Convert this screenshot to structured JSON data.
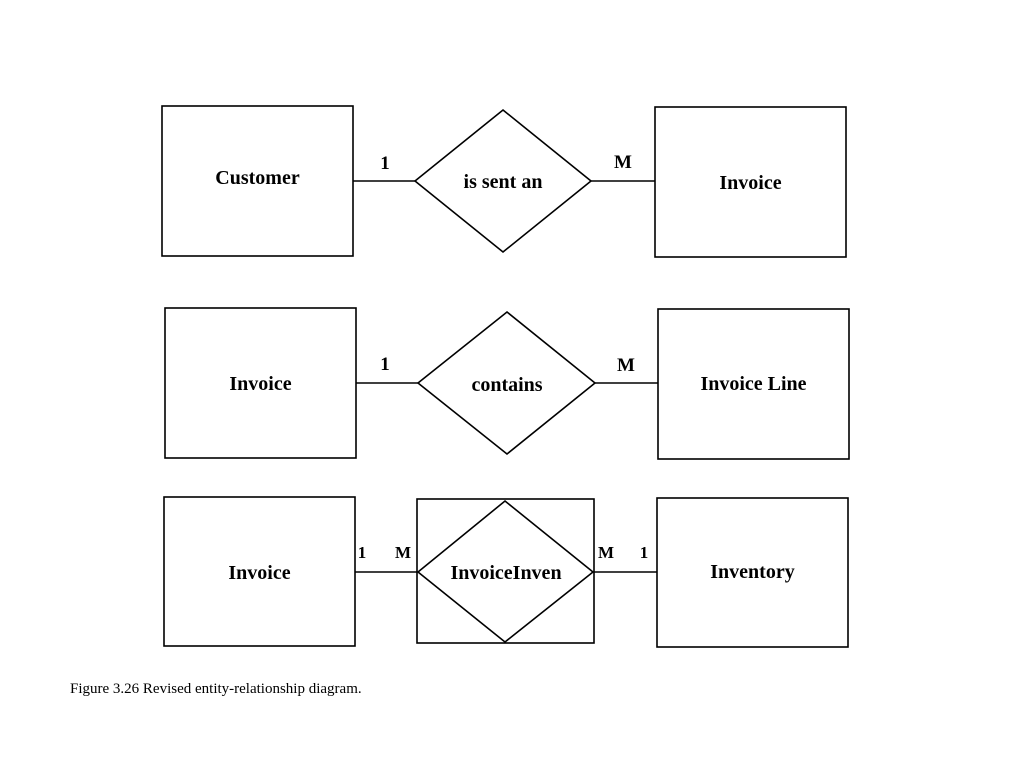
{
  "row1": {
    "left_entity": "Customer",
    "relationship": "is sent an",
    "right_entity": "Invoice",
    "left_cardinality": "1",
    "right_cardinality": "M"
  },
  "row2": {
    "left_entity": "Invoice",
    "relationship": "contains",
    "right_entity": "Invoice Line",
    "left_cardinality": "1",
    "right_cardinality": "M"
  },
  "row3": {
    "left_entity": "Invoice",
    "associative_entity": "InvoiceInven",
    "right_entity": "Inventory",
    "left_outer_cardinality": "1",
    "left_inner_cardinality": "M",
    "right_inner_cardinality": "M",
    "right_outer_cardinality": "1"
  },
  "caption": "Figure 3.26 Revised entity-relationship diagram."
}
